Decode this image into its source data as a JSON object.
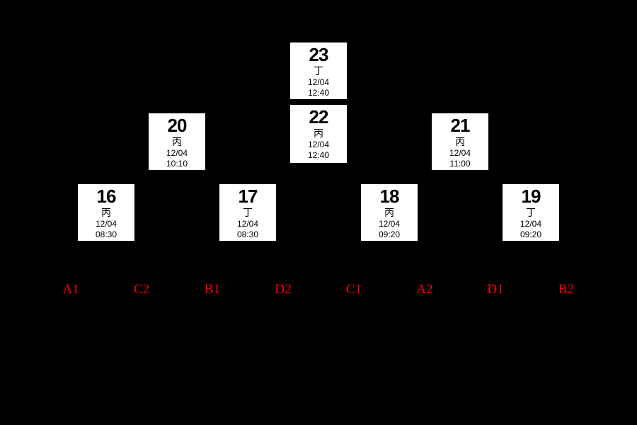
{
  "bracket": {
    "matches": {
      "m16": {
        "number": "16",
        "group": "丙",
        "date": "12/04",
        "time": "08:30"
      },
      "m17": {
        "number": "17",
        "group": "丁",
        "date": "12/04",
        "time": "08:30"
      },
      "m18": {
        "number": "18",
        "group": "丙",
        "date": "12/04",
        "time": "09:20"
      },
      "m19": {
        "number": "19",
        "group": "丁",
        "date": "12/04",
        "time": "09:20"
      },
      "m20": {
        "number": "20",
        "group": "丙",
        "date": "12/04",
        "time": "10:10"
      },
      "m21": {
        "number": "21",
        "group": "丙",
        "date": "12/04",
        "time": "11:00"
      },
      "m22": {
        "number": "22",
        "group": "丙",
        "date": "12/04",
        "time": "12:40"
      },
      "m23": {
        "number": "23",
        "group": "丁",
        "date": "12/04",
        "time": "12:40"
      }
    },
    "seeds": {
      "s1": "A1",
      "s2": "C2",
      "s3": "B1",
      "s4": "D2",
      "s5": "C1",
      "s6": "A2",
      "s7": "D1",
      "s8": "B2"
    },
    "colors": {
      "background": "#000000",
      "box_bg": "#ffffff",
      "box_text": "#000000",
      "seed": "#ff0000"
    }
  }
}
